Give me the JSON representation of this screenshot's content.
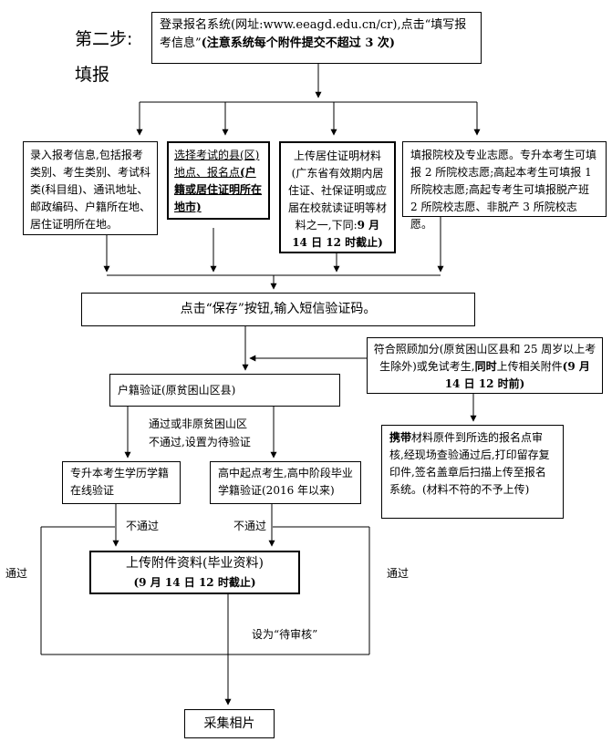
{
  "heading": {
    "step": "第二步:",
    "sub": "填报"
  },
  "login": {
    "t1": "登录报名系统(网址:www.eeagd.edu.cn/cr),点击“填写报考信息”",
    "t2": "(注意系统每个附件提交不超过 3 次)"
  },
  "info": {
    "text": "录入报考信息,包括报考类别、考生类别、考试科类(科目组)、通讯地址、邮政编码、户籍所在地、居住证明所在地。"
  },
  "county": {
    "t1": "选择考试的县(区)地点、报名点",
    "t2": "(户籍或居住证明所在地市)"
  },
  "residence": {
    "t1": "上传居住证明材料(广东省有效期内居住证、社保证明或应届在校就读证明等材料之一,下同:",
    "t2": "9 月 14 日 12 时截止)"
  },
  "college": {
    "text": "填报院校及专业志愿。专升本考生可填报 2 所院校志愿;高起本考生可填报 1 所院校志愿;高起专考生可填报脱产班 2 所院校志愿、非脱产 3 所院校志愿。"
  },
  "save": {
    "text": "点击“保存”按钮,输入短信验证码。"
  },
  "bonus": {
    "t1": "符合照顾加分(原贫困山区县和 25 周岁以上考生除外)或免试考生,",
    "t2": "同时",
    "t3": "上传相关附件",
    "t4": "(9 月 14 日 12 时前)"
  },
  "huji": {
    "text": "户籍验证(原贫困山区县)"
  },
  "huji_note": {
    "l1": "通过或非原贫困山区",
    "l2": "不通过,设置为待验证"
  },
  "carry": {
    "t1": "携带",
    "t2": "材料原件到所选的报名点审核,经现场查验通过后,打印留存复印件,签名盖章后扫描上传至报名系统。(材料不符的不予上传)"
  },
  "zsb": {
    "text": "专升本考生学历学籍在线验证"
  },
  "gz": {
    "text": "高中起点考生,高中阶段毕业学籍验证(2016 年以来)"
  },
  "labels": {
    "butongguo": "不通过",
    "tongguo": "通过",
    "daishenhe": "设为“待审核”"
  },
  "upload": {
    "t1": "上传附件资料(毕业资料)",
    "t2": "(9 月 14 日 12 时截止)"
  },
  "photo": {
    "text": "采集相片"
  }
}
